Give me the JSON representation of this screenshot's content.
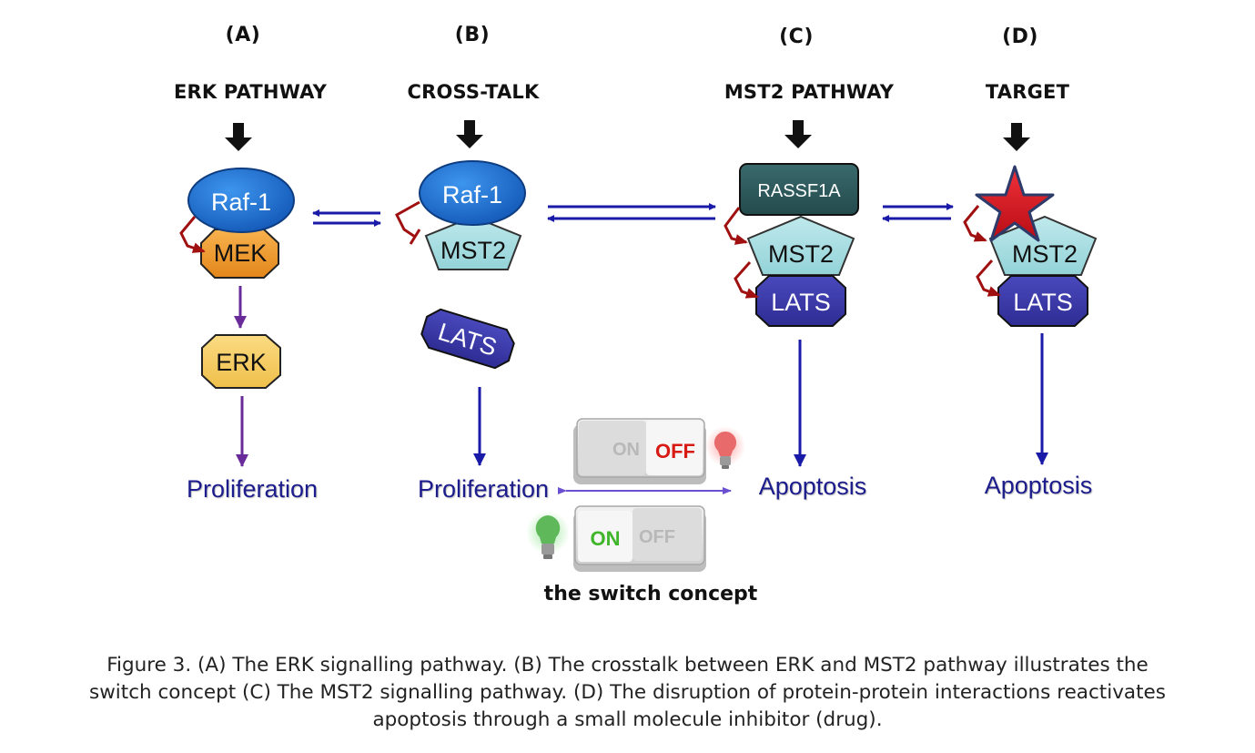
{
  "figure": {
    "panels": [
      {
        "letter": "(A)",
        "title": "ERK PATHWAY",
        "outcome": "Proliferation"
      },
      {
        "letter": "(B)",
        "title": "CROSS-TALK",
        "outcome": "Proliferation"
      },
      {
        "letter": "(C)",
        "title": "MST2 PATHWAY",
        "outcome": "Apoptosis"
      },
      {
        "letter": "(D)",
        "title": "TARGET",
        "outcome": "Apoptosis"
      }
    ],
    "nodes": {
      "a_raf": "Raf-1",
      "a_mek": "MEK",
      "a_erk": "ERK",
      "b_raf": "Raf-1",
      "b_mst2": "MST2",
      "b_lats": "LATS",
      "c_rassf1a": "RASSF1A",
      "c_mst2": "MST2",
      "c_lats": "LATS",
      "d_mst2": "MST2",
      "d_lats": "LATS"
    },
    "switches": {
      "top": {
        "on": "ON",
        "off": "OFF",
        "state": "off"
      },
      "bottom": {
        "on": "ON",
        "off": "OFF",
        "state": "on"
      },
      "caption": "the switch concept"
    },
    "colors": {
      "raf": "#1f6fd0",
      "mek": "#f39a2c",
      "erk": "#f7cf68",
      "mst2": "#a9dfe3",
      "lats": "#3b3aa6",
      "rassf1a": "#2c5558",
      "star": "#d8141c",
      "arrow_blue": "#1a1aa8",
      "arrow_purple": "#6a2b9a",
      "arrow_red": "#9c1010",
      "outcome_text": "#1c1c8c"
    }
  },
  "caption": {
    "lines": [
      "Figure 3. (A) The ERK signalling pathway. (B) The crosstalk between ERK and MST2 pathway illustrates the",
      "switch concept (C) The MST2 signalling pathway. (D) The disruption of protein-protein interactions reactivates",
      "apoptosis through a small molecule inhibitor (drug)."
    ]
  }
}
